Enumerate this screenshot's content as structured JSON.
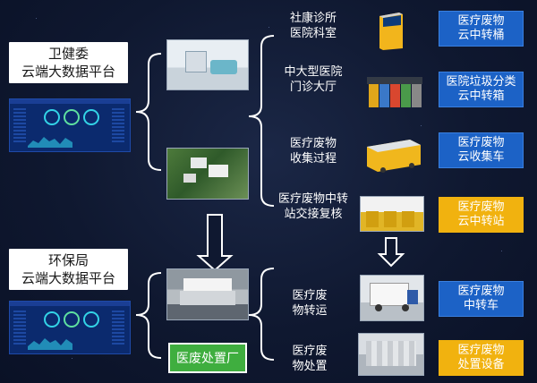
{
  "platforms": [
    {
      "label": "卫健委\n云端大数据平台"
    },
    {
      "label": "环保局\n云端大数据平台"
    }
  ],
  "sources": [
    {
      "label": "社康诊所\n医院科室"
    },
    {
      "label": "中大型医院\n门诊大厅"
    },
    {
      "label": "医疗废物\n收集过程"
    },
    {
      "label": "医疗废物中转\n站交接复核"
    }
  ],
  "disposal": [
    {
      "label": "医疗废\n物转运"
    },
    {
      "label": "医疗废\n物处置"
    }
  ],
  "products": [
    {
      "label": "医疗废物\n云中转桶",
      "color": "#1c62c6"
    },
    {
      "label": "医院垃圾分类\n云中转箱",
      "color": "#1c62c6"
    },
    {
      "label": "医疗废物\n云收集车",
      "color": "#1c62c6"
    },
    {
      "label": "医疗废物\n云中转站",
      "color": "#f1b20f"
    },
    {
      "label": "医疗废物\n中转车",
      "color": "#1c62c6"
    },
    {
      "label": "医疗废物\n处置设备",
      "color": "#f1b20f"
    }
  ],
  "facility": {
    "label": "医废处置厂"
  }
}
